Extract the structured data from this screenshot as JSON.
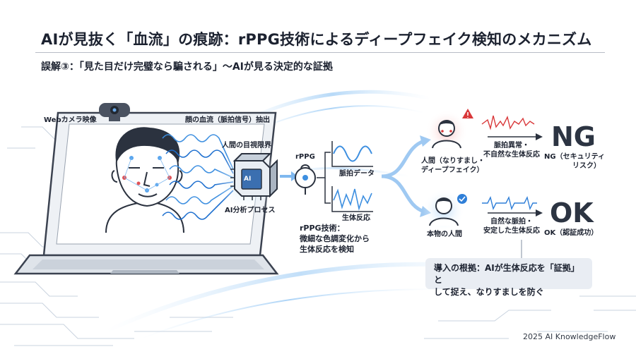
{
  "header": {
    "title": "AIが見抜く「血流」の痕跡：rPPG技術によるディープフェイク検知のメカニズム",
    "subtitle": "誤解③：「見た目だけ完璧なら騙される」〜AIが見る決定的な証拠"
  },
  "labels": {
    "webcam": "Webカメラ映像",
    "blood_flow": "顔の血流（脈拍信号）抽出",
    "human_limit": "人間の目視限界",
    "ai_process": "AI分析プロセス",
    "ai_chip": "AI",
    "rppg": "rPPG",
    "pulse_data": "脈拍データ",
    "bio_response": "生体反応",
    "rppg_desc": [
      "rPPG技術：",
      "微細な色調変化から",
      "生体反応を検知"
    ],
    "fake_person": [
      "人間（なりすまし・",
      "ディープフェイク）"
    ],
    "fake_signal": [
      "脈拍異常・",
      "不自然な生体反応"
    ],
    "real_person": "本物の人間",
    "real_signal": [
      "自然な脈拍・",
      "安定した生体反応"
    ]
  },
  "verdicts": {
    "ng": "NG",
    "ng_detail": [
      "NG（セキュリティ",
      "リスク）"
    ],
    "ok": "OK",
    "ok_detail": "OK（認証成功）"
  },
  "callout": [
    "導入の根拠：AIが生体反応を「証拠」と",
    "して捉え、なりすましを防ぐ"
  ],
  "credit": "2025 AI KnowledgeFlow",
  "colors": {
    "accent_blue": "#3d8fe0",
    "glow_blue": "#8ec5f5",
    "alert_red": "#d9383a",
    "ok_blue": "#2f7fd8",
    "ink": "#1c2230"
  }
}
